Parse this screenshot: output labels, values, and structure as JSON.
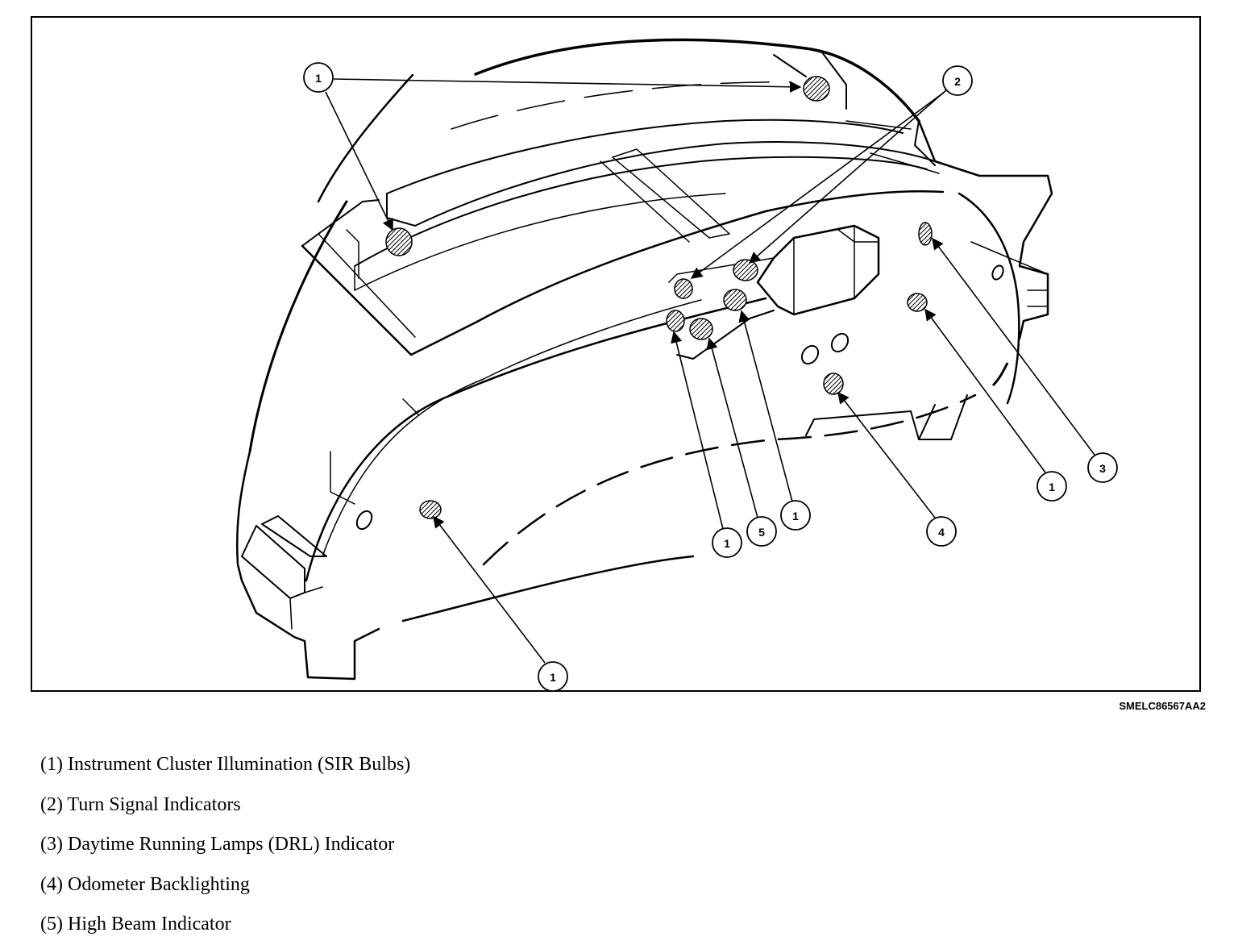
{
  "figure": {
    "code": "SMELC86567AA2",
    "callouts": [
      {
        "number": "1"
      },
      {
        "number": "2"
      },
      {
        "number": "1"
      },
      {
        "number": "1"
      },
      {
        "number": "5"
      },
      {
        "number": "1"
      },
      {
        "number": "4"
      },
      {
        "number": "1"
      },
      {
        "number": "3"
      },
      {
        "number": "1"
      }
    ]
  },
  "legend": [
    {
      "text": "(1) Instrument Cluster Illumination (SIR Bulbs)"
    },
    {
      "text": "(2) Turn Signal Indicators"
    },
    {
      "text": "(3) Daytime Running Lamps (DRL) Indicator"
    },
    {
      "text": "(4) Odometer Backlighting"
    },
    {
      "text": "(5) High Beam Indicator"
    }
  ]
}
